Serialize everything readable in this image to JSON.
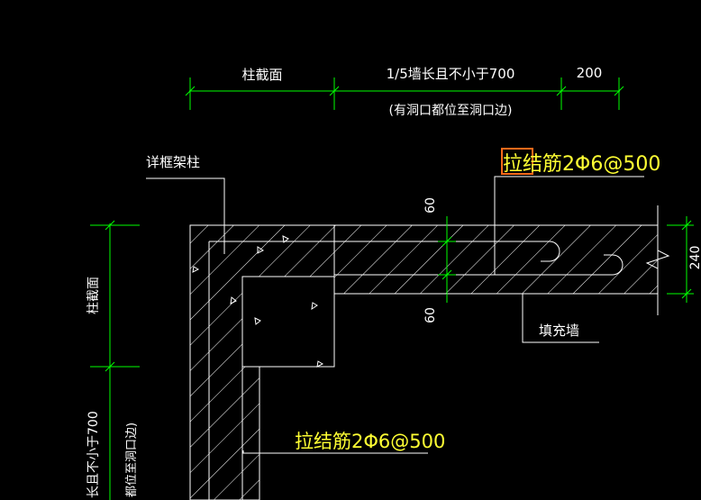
{
  "colors": {
    "background": "#000000",
    "dimension": "#00ff00",
    "geometry": "#ffffff",
    "annotation_yellow": "#ffff33",
    "highlight_box": "#ff6a1a"
  },
  "dimensions": {
    "top_col_section": "柱截面",
    "top_wall_length": "1/5墙长且不小于700",
    "top_wall_note": "(有洞口都位至洞口边)",
    "top_end": "200",
    "left_col_section": "柱截面",
    "left_wall_length": "长且不小于700",
    "left_wall_note": "都位至洞口边)",
    "dim_60_upper": "60",
    "dim_60_lower": "60",
    "dim_240": "240"
  },
  "labels": {
    "frame_column": "详框架柱",
    "tie_bar_top_highlight": "拉结",
    "tie_bar_top_rest": "筋2Φ6@500",
    "tie_bar_bottom": "拉结筋2Φ6@500",
    "infill_wall": "填充墙"
  }
}
